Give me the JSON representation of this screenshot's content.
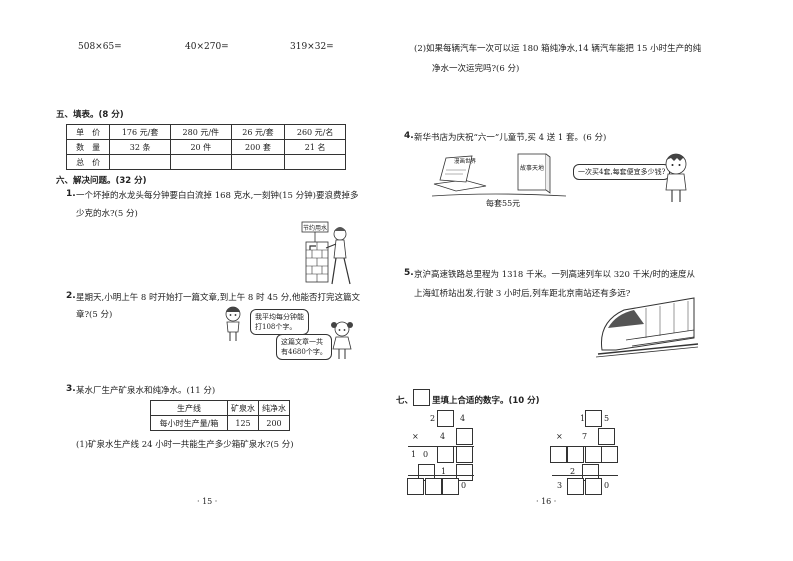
{
  "left": {
    "calc_row": [
      "508×65=",
      "40×270=",
      "319×32="
    ],
    "sec5": {
      "heading": "五、填表。(8 分)",
      "table": {
        "rows": [
          [
            "单　价",
            "176 元/套",
            "280 元/件",
            "26 元/套",
            "260 元/名"
          ],
          [
            "数　量",
            "32 条",
            "20 件",
            "200 套",
            "21 名"
          ],
          [
            "总　价",
            "",
            "",
            "",
            ""
          ]
        ]
      }
    },
    "sec6": {
      "heading": "六、解决问题。(32 分)",
      "q1": {
        "num": "1.",
        "line1": "一个坏掉的水龙头每分钟要白白流掉 168 克水,一刻钟(15 分钟)要浪费掉多",
        "line2": "少克的水?(5 分)",
        "sign": "节约用水"
      },
      "q2": {
        "num": "2.",
        "line1": "星期天,小明上午 8 时开始打一篇文章,到上午 8 时 45 分,他能否打完这篇文",
        "line2": "章?(5 分)",
        "bubble1": [
          "我平均每分钟能",
          "打108个字。"
        ],
        "bubble2": [
          "这篇文章一共",
          "有4680个字。"
        ]
      },
      "q3": {
        "num": "3.",
        "text": "某水厂生产矿泉水和纯净水。(11 分)",
        "table": {
          "header": [
            "生产线",
            "矿泉水",
            "纯净水"
          ],
          "row": [
            "每小时生产量/箱",
            "125",
            "200"
          ]
        },
        "sub1": "(1)矿泉水生产线 24 小时一共能生产多少箱矿泉水?(5 分)"
      }
    },
    "page_no": "· 15 ·"
  },
  "right": {
    "q3_sub2": {
      "line1": "(2)如果每辆汽车一次可以运 180 箱纯净水,14 辆汽车能把 15 小时生产的纯",
      "line2": "净水一次运完吗?(6 分)"
    },
    "q4": {
      "num": "4.",
      "text": "新华书店为庆祝“六一”儿童节,买 4 送 1 套。(6 分)",
      "book1": "漫画世界",
      "book2": "故事天地",
      "price": "每套55元",
      "bubble": "一次买4套,每套便宜多少钱?"
    },
    "q5": {
      "num": "5.",
      "line1": "京沪高速铁路总里程为 1318 千米。一列高速列车以 320 千米/时的速度从",
      "line2": "上海虹桥站出发,行驶 3 小时后,列车距北京南站还有多远?"
    },
    "sec7": {
      "heading_pre": "七、在",
      "heading_post": "里填上合适的数字。(10 分)",
      "puzzle1": {
        "d1": "2",
        "d2": "4",
        "d3": "4",
        "d4": "1",
        "d5": "0",
        "d6": "1",
        "d7": "0"
      },
      "puzzle2": {
        "d1": "1",
        "d2": "5",
        "d3": "7",
        "d4": "2",
        "d5": "3",
        "d6": "0"
      }
    },
    "page_no": "· 16 ·"
  }
}
